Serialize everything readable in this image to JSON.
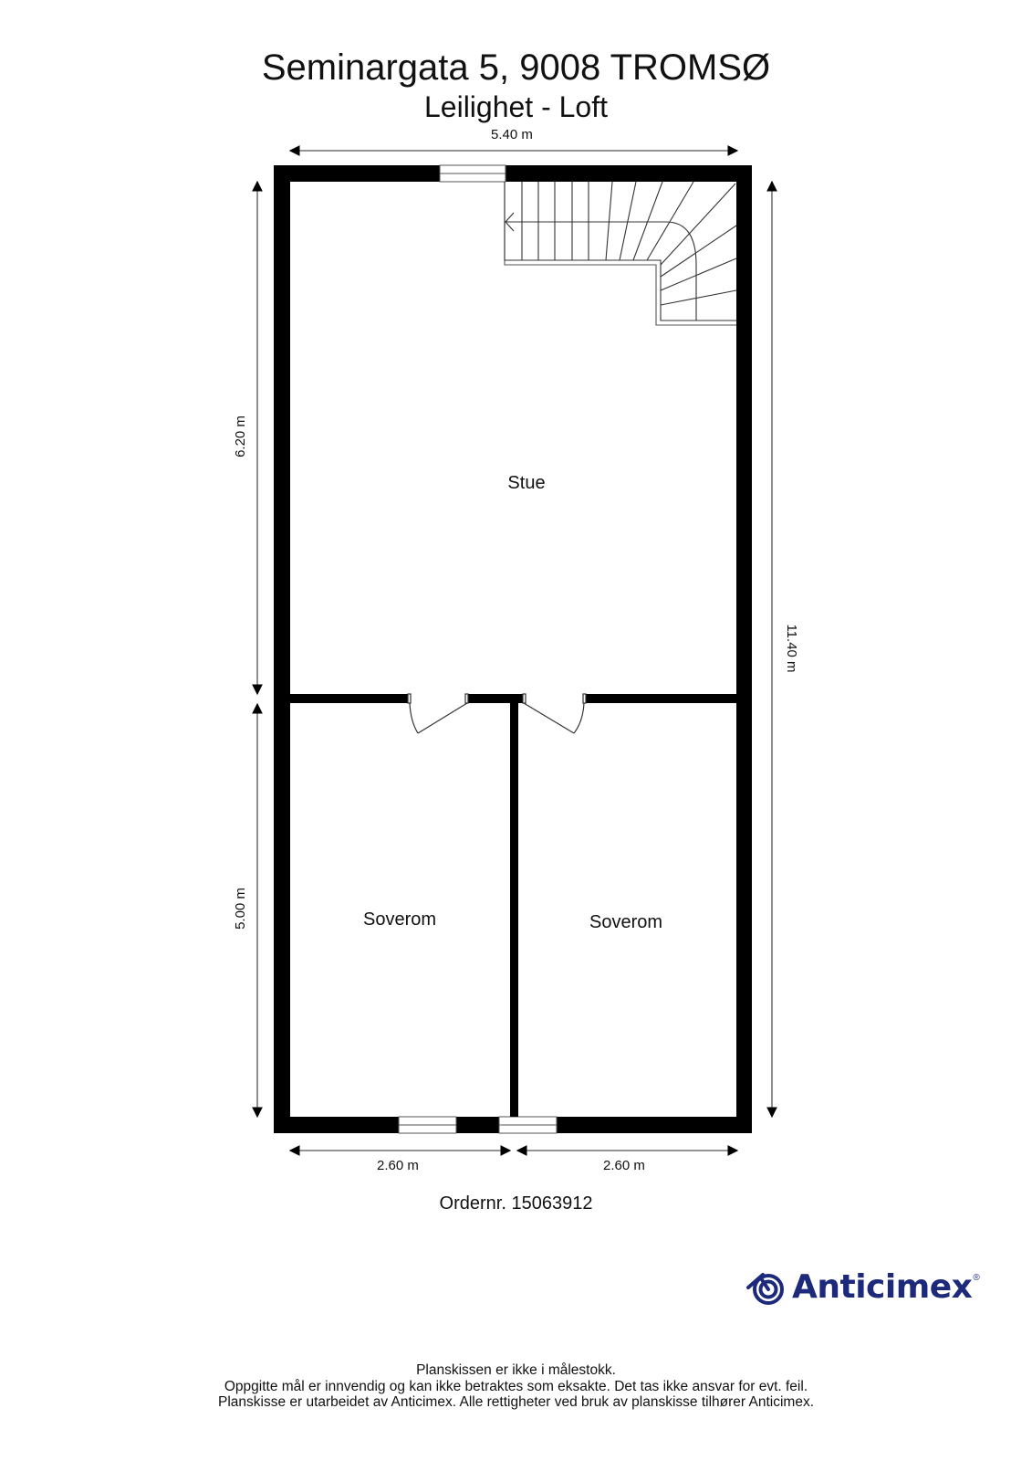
{
  "header": {
    "title": "Seminargata 5, 9008 TROMSØ",
    "subtitle": "Leilighet - Loft"
  },
  "dimensions": {
    "top_width": "5.40 m",
    "left_upper_height": "6.20 m",
    "left_lower_height": "5.00 m",
    "right_total_height": "11.40 m",
    "bottom_left_width": "2.60 m",
    "bottom_right_width": "2.60 m"
  },
  "rooms": [
    {
      "name": "Stue"
    },
    {
      "name": "Soverom"
    },
    {
      "name": "Soverom"
    }
  ],
  "order": {
    "label": "Ordernr. 15063912"
  },
  "logo": {
    "brand": "Anticimex",
    "registered_mark": "®",
    "color": "#1d2a7c"
  },
  "footer": {
    "lines": [
      "Planskissen er ikke i målestokk.",
      "Oppgitte mål er innvendig og kan ikke betraktes som eksakte. Det tas ikke ansvar for evt. feil.",
      "Planskisse er utarbeidet av Anticimex. Alle rettigheter ved bruk av planskisse tilhører Anticimex."
    ]
  },
  "colors": {
    "wall": "#000000",
    "dimension_line": "#555555",
    "background": "#ffffff"
  }
}
